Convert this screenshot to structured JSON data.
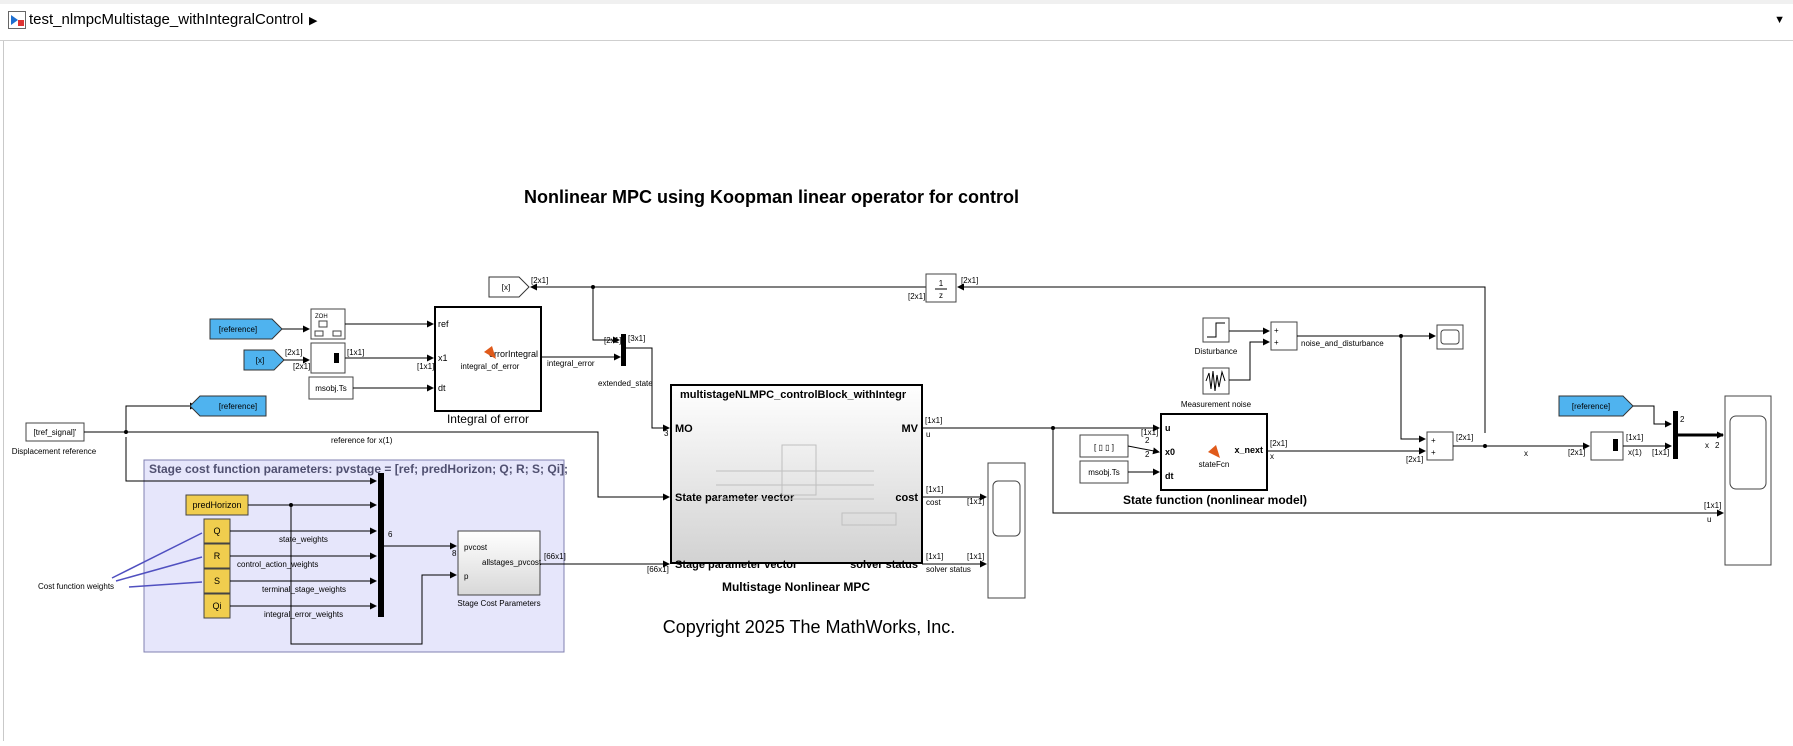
{
  "toolbar": {
    "model_name": "test_nlmpcMultistage_withIntegralControl"
  },
  "diagram": {
    "title": "Nonlinear MPC using Koopman linear operator for control",
    "copyright": "Copyright 2025 The MathWorks, Inc.",
    "goto_x": "[x]",
    "from_reference_1": "[reference]",
    "from_x_1": "[x]",
    "goto_reference": "[reference]",
    "from_reference_2": "[reference]",
    "ref_signal": "[tref_signal]'",
    "displacement_reference": "Displacement reference",
    "reference_for_x1": "reference for x(1)",
    "zoh": "ZOH",
    "msobj_ts_1": "msobj.Ts",
    "msobj_ts_2": "msobj.Ts",
    "integral_block": {
      "port_ref": "ref",
      "port_x1": "x1",
      "port_dt": "dt",
      "output": "errorIntegral",
      "function": "integral_of_error",
      "caption": "Integral of error"
    },
    "integral_error_label": "integral_error",
    "extended_state_label": "extended_state",
    "delay_num": "1",
    "delay_den": "z",
    "mpc_block": {
      "name": "multistageNLMPC_controlBlock_withIntegr",
      "port_mo": "MO",
      "port_state_param": "State parameter vector",
      "port_stage_param": "Stage parameter vector",
      "port_mv": "MV",
      "port_cost": "cost",
      "port_solver_status": "solver status",
      "caption": "Multistage Nonlinear MPC"
    },
    "u_label": "u",
    "cost_label": "cost",
    "solver_status_label": "solver status",
    "stage_panel": {
      "title": "Stage cost function parameters: pvstage = [ref; predHorizon; Q; R; S; Qi];",
      "pred_horizon": "predHorizon",
      "q": "Q",
      "r": "R",
      "s": "S",
      "qi": "Qi",
      "state_weights": "state_weights",
      "control_action_weights": "control_action_weights",
      "terminal_stage_weights": "terminal_stage_weights",
      "integral_error_weights": "integral_error_weights",
      "stage_block_in1": "pvcost",
      "stage_block_in2": "p",
      "stage_block_out": "allstages_pvcost",
      "stage_block_caption": "Stage Cost Parameters"
    },
    "cost_function_weights": "Cost function weights",
    "disturbance": "Disturbance",
    "measurement_noise": "Measurement noise",
    "noise_and_disturbance": "noise_and_disturbance",
    "state_fcn_block": {
      "port_u": "u",
      "port_x0": "x0",
      "port_dt": "dt",
      "output": "x_next",
      "function": "stateFcn",
      "caption": "State function (nonlinear model)"
    },
    "x_label": "x",
    "x1_label": "x(1)",
    "const_vec": "[ ▯ ▯ ]",
    "dims": {
      "d2x1": "[2x1]",
      "d1x1": "[1x1]",
      "d3x1": "[3x1]",
      "d66x1": "[66x1]",
      "n2": "2",
      "n3": "3",
      "n6": "6",
      "n8": "8"
    }
  },
  "colors": {
    "goto_blue": "#4fb3ef",
    "weight_yellow": "#f0cd4e",
    "panel_fill": "#e6e6fb",
    "panel_border": "#8080b0",
    "annotation_line": "#5050c0"
  }
}
